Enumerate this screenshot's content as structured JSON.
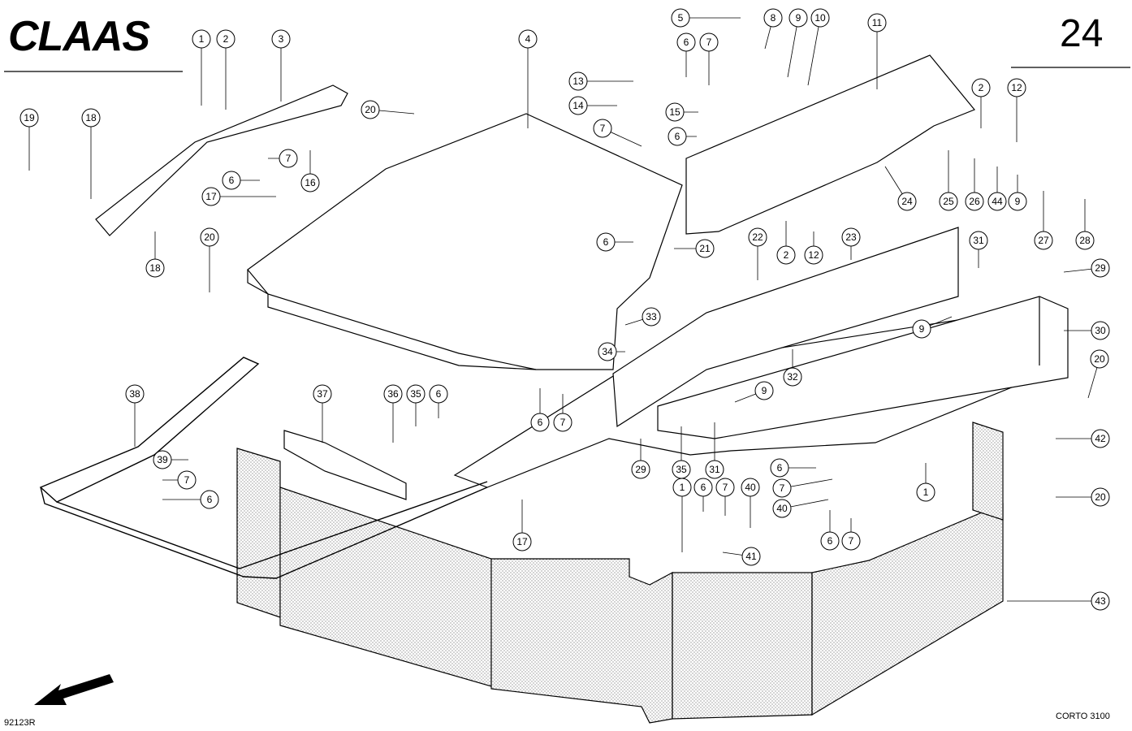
{
  "header": {
    "brand": "CLAAS",
    "page_number": "24"
  },
  "footer": {
    "drawing_id": "92123R",
    "model": "CORTO 3100"
  },
  "callouts": [
    "1",
    "2",
    "3",
    "4",
    "5",
    "8",
    "9",
    "10",
    "11",
    "6",
    "7",
    "13",
    "14",
    "7",
    "15",
    "6",
    "2",
    "12",
    "20",
    "19",
    "18",
    "7",
    "16",
    "6",
    "17",
    "24",
    "25",
    "26",
    "44",
    "9",
    "27",
    "28",
    "6",
    "21",
    "22",
    "2",
    "12",
    "23",
    "20",
    "18",
    "31",
    "29",
    "33",
    "34",
    "9",
    "30",
    "32",
    "6",
    "7",
    "9",
    "20",
    "38",
    "37",
    "36",
    "35",
    "6",
    "29",
    "35",
    "31",
    "42",
    "39",
    "7",
    "6",
    "6",
    "7",
    "40",
    "1",
    "20",
    "17",
    "1",
    "6",
    "7",
    "40",
    "6",
    "7",
    "41",
    "43"
  ]
}
